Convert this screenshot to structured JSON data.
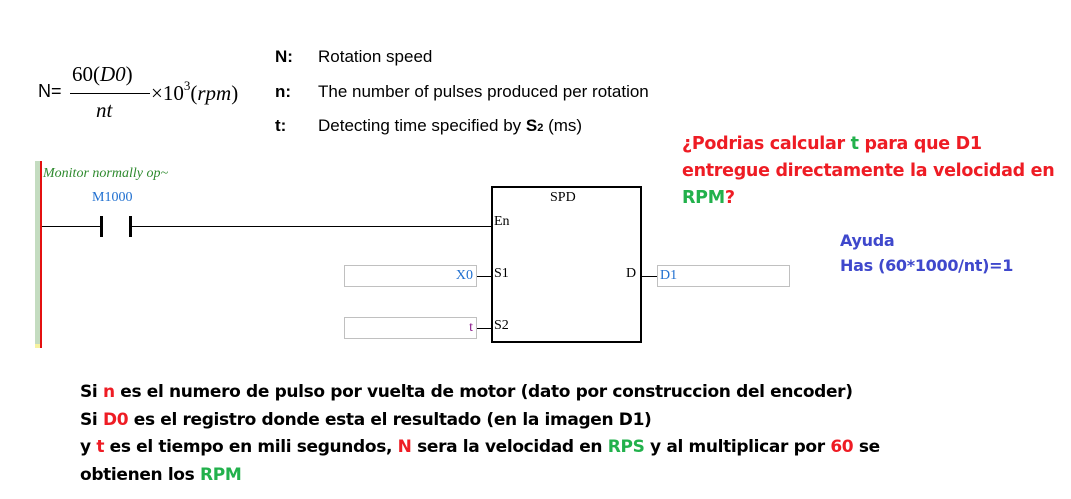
{
  "formula": {
    "lhs": "N=",
    "numerator_coef": "60(",
    "numerator_var": "D0",
    "numerator_close": ")",
    "denominator": "nt",
    "multiplier": "×10",
    "exponent": "3",
    "unit_open": "(",
    "unit": "rpm",
    "unit_close": ")"
  },
  "legend": [
    {
      "symbol": "N:",
      "text": "Rotation speed"
    },
    {
      "symbol": "n:",
      "text": "The number of pulses produced per rotation"
    },
    {
      "symbol": "t:",
      "text_prefix": "Detecting time specified by ",
      "text_bold": "S",
      "text_sub": "2",
      "text_suffix": " (ms)"
    }
  ],
  "ladder": {
    "comment": "Monitor normally op~",
    "contact": {
      "device": "M1000",
      "type": "normally-open"
    },
    "instruction": {
      "name": "SPD",
      "pins": {
        "enable": "En",
        "s1": "S1",
        "s2": "S2",
        "d": "D"
      },
      "operands": {
        "s1": "X0",
        "s2": "t",
        "d": "D1"
      }
    }
  },
  "question": {
    "line1_a": "¿Podrias calcular ",
    "line1_t": "t",
    "line1_b": " para que D1",
    "line2": "entregue directamente la velocidad en",
    "line3_rpm": "RPM",
    "line3_q": "?"
  },
  "help": {
    "title": "Ayuda",
    "hint": "Has (60*1000/nt)=1"
  },
  "explanation": {
    "l1": {
      "a": "Si ",
      "hl": "n",
      "b": " es el numero de pulso por vuelta de motor (dato por construccion del encoder)"
    },
    "l2": {
      "a": "Si ",
      "hl": "D0",
      "b": " es el registro donde esta el resultado (en la imagen D1)"
    },
    "l3": {
      "a": "y ",
      "t": "t",
      "b": " es el tiempo en mili segundos, ",
      "n": "N",
      "c": " sera la velocidad en ",
      "rps": "RPS",
      "d": " y al multiplicar por ",
      "sixty": "60",
      "e": " se"
    },
    "l4": {
      "a": "obtienen los ",
      "rpm": "RPM"
    }
  },
  "colors": {
    "highlight_red": "#ee1c24",
    "highlight_green": "#22b14c",
    "help_blue": "#3f48cc",
    "operand_blue": "#1f6fd0",
    "operand_purple": "#8b1a8b",
    "comment_green": "#2e8a2e",
    "power_rail_red": "#e41010"
  }
}
